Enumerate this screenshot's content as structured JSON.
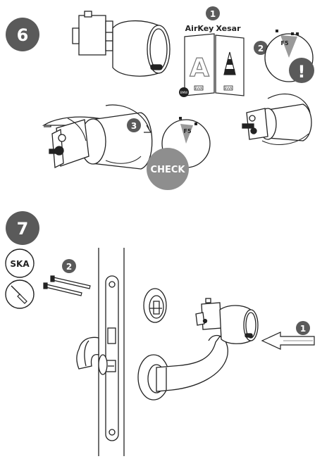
{
  "steps": {
    "step6": "6",
    "step7": "7",
    "sub1": "1",
    "sub2": "2",
    "sub3": "3",
    "sub7_1": "1",
    "sub7_2": "2"
  },
  "cards": {
    "airkey": "AirKey",
    "xesar": "Xesar",
    "airkey_letter": "A",
    "brand": "EVVA",
    "airkey_badge": "BMW"
  },
  "badges": {
    "check": "CHECK",
    "ska": "SKA",
    "warning": "!"
  },
  "dials": {
    "dial1": "F5",
    "dial2": "F5"
  },
  "colors": {
    "dark_badge": "#5a5a5a",
    "check_badge": "#8e8e8e",
    "outline": "#222222",
    "dial_wedge": "#9a9a9a"
  }
}
